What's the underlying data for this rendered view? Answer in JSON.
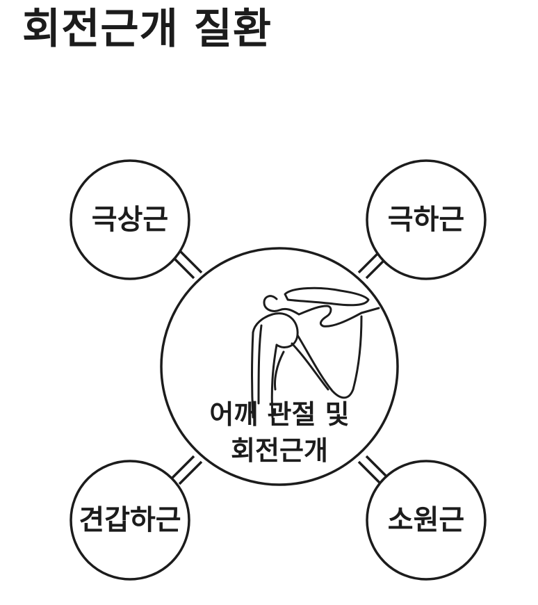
{
  "title": "회전근개 질환",
  "center": {
    "line1": "어깨 관절 및",
    "line2": "회전근개",
    "icon": "shoulder-joint-icon"
  },
  "muscles": {
    "top_left": "극상근",
    "top_right": "극하근",
    "bottom_left": "견갑하근",
    "bottom_right": "소원근"
  },
  "colors": {
    "ink": "#1c1c1c",
    "background": "#ffffff"
  }
}
